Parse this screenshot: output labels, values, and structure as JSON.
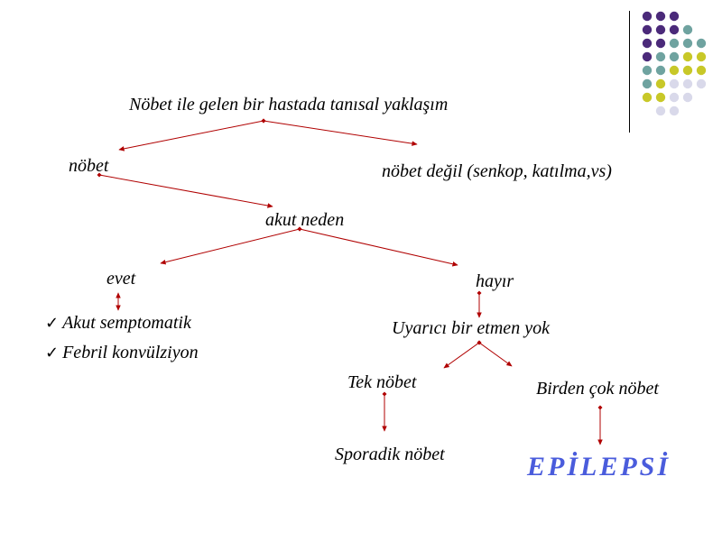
{
  "title": "Nöbet ile gelen bir hastada tanısal yaklaşım",
  "nodes": {
    "nobet": "nöbet",
    "nobet_degil": "nöbet değil (senkop, katılma,vs)",
    "akut_neden": "akut neden",
    "evet": "evet",
    "hayir": "hayır",
    "uyarici": "Uyarıcı bir etmen yok",
    "tek_nobet": "Tek nöbet",
    "birden_cok": "Birden çok nöbet",
    "sporadik": "Sporadik nöbet",
    "epilepsi": "EPİLEPSİ"
  },
  "checklist": [
    "Akut semptomatik",
    "Febril konvülziyon"
  ],
  "colors": {
    "arrow": "#b00000",
    "epilepsi": "#4a5cdc",
    "dot_purple": "#4b2a7a",
    "dot_teal": "#6fa3a0",
    "dot_yellow": "#c8c828",
    "dot_lavender": "#d9d9ea"
  },
  "dot_grid": [
    [
      "purple",
      "purple",
      "purple",
      "",
      ""
    ],
    [
      "purple",
      "purple",
      "purple",
      "teal",
      ""
    ],
    [
      "purple",
      "purple",
      "teal",
      "teal",
      "teal"
    ],
    [
      "purple",
      "teal",
      "teal",
      "yellow",
      "yellow"
    ],
    [
      "teal",
      "teal",
      "yellow",
      "yellow",
      "yellow"
    ],
    [
      "teal",
      "yellow",
      "lavender",
      "lavender",
      "lavender"
    ],
    [
      "yellow",
      "yellow",
      "lavender",
      "lavender",
      ""
    ],
    [
      "",
      "lavender",
      "lavender",
      "",
      ""
    ]
  ]
}
